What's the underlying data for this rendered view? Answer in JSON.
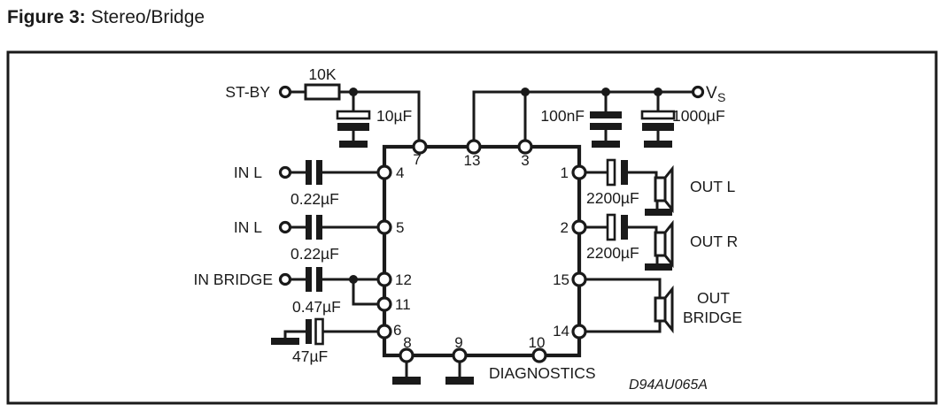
{
  "figure": {
    "label": "Figure 3:",
    "title": "Stereo/Bridge"
  },
  "schematic": {
    "reference_code": "D94AU065A",
    "standby": {
      "label": "ST-BY",
      "resistor_value": "10K",
      "capacitor_value": "10µF"
    },
    "supply": {
      "label_main": "V",
      "label_subscript": "S",
      "decoupling_cap": "100nF",
      "bulk_cap": "1000µF"
    },
    "input_left": {
      "label": "IN L",
      "capacitor_value": "0.22µF"
    },
    "input_right": {
      "label": "IN L",
      "capacitor_value": "0.22µF"
    },
    "input_bridge": {
      "label": "IN BRIDGE",
      "capacitor_value": "0.47µF"
    },
    "bootstrap": {
      "capacitor_value": "47µF"
    },
    "output_left": {
      "label": "OUT L",
      "capacitor_value": "2200µF"
    },
    "output_right": {
      "label": "OUT R",
      "capacitor_value": "2200µF"
    },
    "output_bridge": {
      "label_line1": "OUT",
      "label_line2": "BRIDGE"
    },
    "diagnostics_label": "DIAGNOSTICS",
    "pins": {
      "p1": "1",
      "p2": "2",
      "p3": "3",
      "p4": "4",
      "p5": "5",
      "p6": "6",
      "p7": "7",
      "p8": "8",
      "p9": "9",
      "p10": "10",
      "p11": "11",
      "p12": "12",
      "p13": "13",
      "p14": "14",
      "p15": "15"
    }
  },
  "colors": {
    "ink": "#1a1a1a",
    "paper": "#ffffff"
  }
}
